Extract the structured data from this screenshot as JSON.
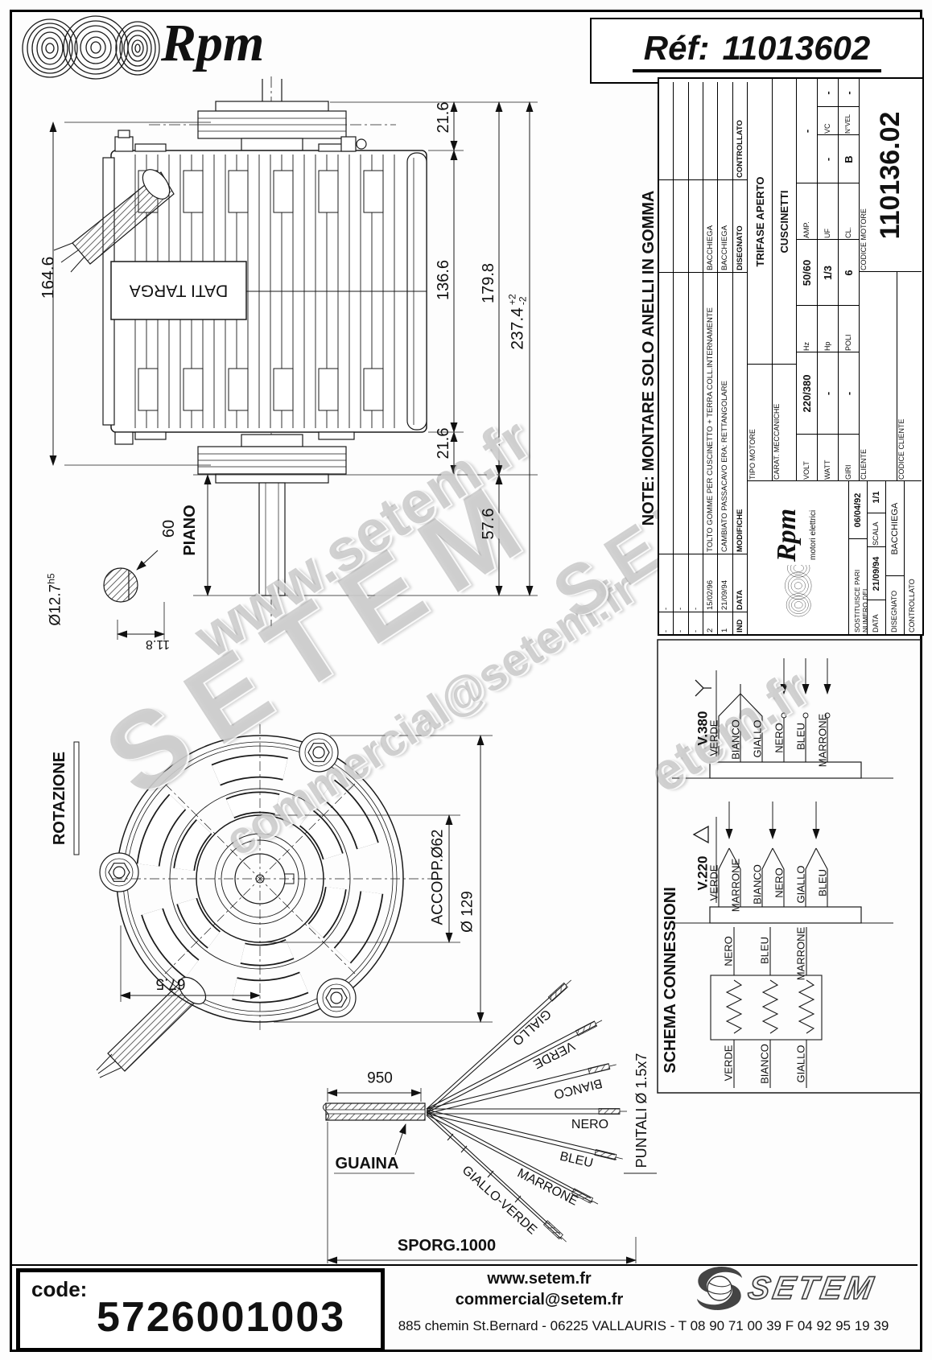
{
  "header": {
    "brand": "Rpm",
    "ref_label": "Réf:",
    "ref_number": "11013602"
  },
  "note": "NOTE:  MONTARE SOLO ANELLI IN GOMMA",
  "side_view": {
    "dim_height_total": "164.6",
    "dim_hub_top": "21.6",
    "dim_body": "136.6",
    "dim_body_hubs": "179.8",
    "dim_total": "237.4",
    "tol_plus": "+2",
    "tol_minus": "-2",
    "dim_hub_bottom": "21.6",
    "dim_shaft": "57.6",
    "dim_60": "60",
    "piano": "PIANO",
    "dim_shaft_dia": "Ø12.7",
    "shaft_fit": "h5",
    "dim_key": "11.8",
    "plate": "DATI TARGA"
  },
  "front_view": {
    "rotation": "ROTAZIONE",
    "coupling": "ACCOPP.Ø62",
    "diameter": "Ø 129",
    "dim_offset": "67.5"
  },
  "cable": {
    "dim_sheath": "950",
    "sheath": "GUAINA",
    "protrusion": "SPORG.1000",
    "terminals": "PUNTALI Ø 1.5x7",
    "wires": {
      "giallo": "GIALLO",
      "verde": "VERDE",
      "bianco": "BIANCO",
      "nero": "NERO",
      "bleu": "BLEU",
      "marrone": "MARRONE",
      "giallo_verde": "GIALLO-VERDE"
    }
  },
  "title_block": {
    "revisions": [
      {
        "ind": "-",
        "date": "-",
        "desc": "",
        "drawn": "",
        "checked": ""
      },
      {
        "ind": "-",
        "date": "-",
        "desc": "",
        "drawn": "",
        "checked": ""
      },
      {
        "ind": "-",
        "date": "-",
        "desc": "",
        "drawn": "",
        "checked": ""
      },
      {
        "ind": "2",
        "date": "15/02/96",
        "desc": "TOLTO GOMME PER CUSCINETTO + TERRA COLL.INTERNAMENTE",
        "drawn": "BACCHIEGA",
        "checked": ""
      },
      {
        "ind": "1",
        "date": "21/09/94",
        "desc": "CAMBIATO PASSACAVO ERA: RETTANGOLARE",
        "drawn": "BACCHIEGA",
        "checked": ""
      },
      {
        "ind": "IND",
        "date": "DATA",
        "desc": "MODIFICHE",
        "drawn": "DISEGNATO",
        "checked": "CONTROLLATO"
      }
    ],
    "tipo_label": "TIPO MOTORE",
    "tipo_value": "TRIFASE APERTO",
    "carat_label": "CARAT. MECCANICHE",
    "carat_value": "CUSCINETTI",
    "volt_label": "VOLT",
    "volt_value": "220/380",
    "hz_label": "Hz",
    "hz_value": "50/60",
    "amp_label": "AMP.",
    "amp_value": "-",
    "watt_label": "WATT",
    "watt_value": "-",
    "hp_label": "Hp",
    "hp_value": "1/3",
    "uf_label": "UF",
    "uf_value": "-",
    "vc_label": "VC",
    "vc_value": "-",
    "giri_label": "GIRI",
    "giri_value": "-",
    "poli_label": "POLI",
    "poli_value": "6",
    "cl_label": "CL.",
    "cl_value": "B",
    "nvel_label": "N°VEL",
    "nvel_value": "-",
    "cliente_label": "CLIENTE",
    "codice_motore_label": "CODICE MOTORE",
    "codice_motore": "110136.02",
    "codice_cliente_label": "CODICE CLIENTE",
    "logo_brand": "Rpm",
    "logo_sub": "motori elettrici",
    "sostituisce_label": "SOSTITUISCE PARI NUMERO DEL",
    "sostituisce_date": "06/04/92",
    "data_label": "DATA",
    "data_value": "21/09/94",
    "scala_label": "SCALA",
    "scala_value": "1/1",
    "disegnato_label": "DISEGNATO",
    "disegnato_value": "BACCHIEGA",
    "controllato_label": "CONTROLLATO"
  },
  "schema": {
    "title": "SCHEMA CONNESSIONI",
    "v380": "V.380",
    "v220": "V.220",
    "v380_wires": [
      "VERDE",
      "BIANCO",
      "GIALLO",
      "NERO",
      "BLEU",
      "MARRONE"
    ],
    "v220_wires": [
      "VERDE",
      "MARRONE",
      "BIANCO",
      "NERO",
      "GIALLO",
      "BLEU"
    ],
    "res_top": [
      "NERO",
      "BLEU",
      "MARRONE"
    ],
    "res_bottom": [
      "VERDE",
      "BIANCO",
      "GIALLO"
    ]
  },
  "footer": {
    "code_label": "code:",
    "code_value": "5726001003",
    "website": "www.setem.fr",
    "email": "commercial@setem.fr",
    "address": "885 chemin St.Bernard  -  06225 VALLAURIS  -  T 08 90 71 00 39   F 04 92 95 19 39",
    "logo": "SETEM"
  },
  "watermarks": [
    "www.setem.fr",
    "SETEM",
    "commercial@setem.fr",
    "SETEM",
    "etem.fr"
  ]
}
